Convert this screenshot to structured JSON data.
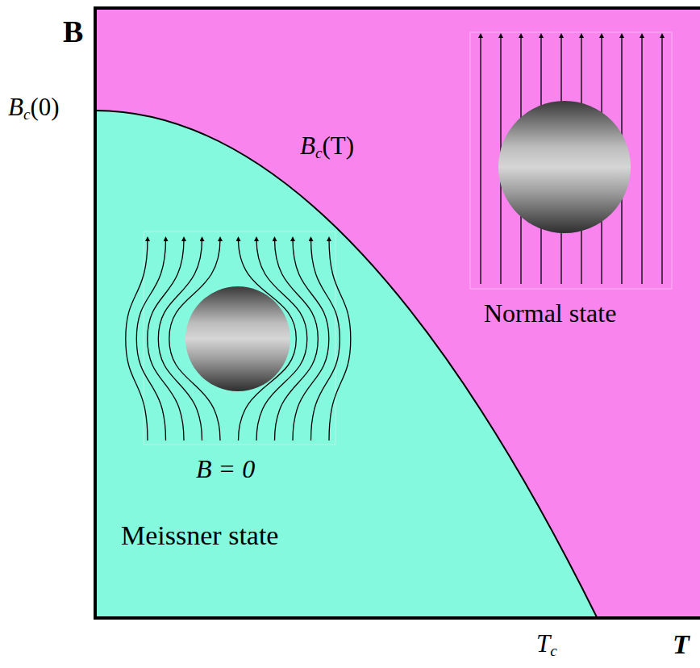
{
  "diagram": {
    "labels": [
      "B",
      "Bc(0)",
      "Bc(T)",
      "Normal state",
      "B = 0",
      "Meissner state",
      "Tc",
      "T"
    ]
  }
}
